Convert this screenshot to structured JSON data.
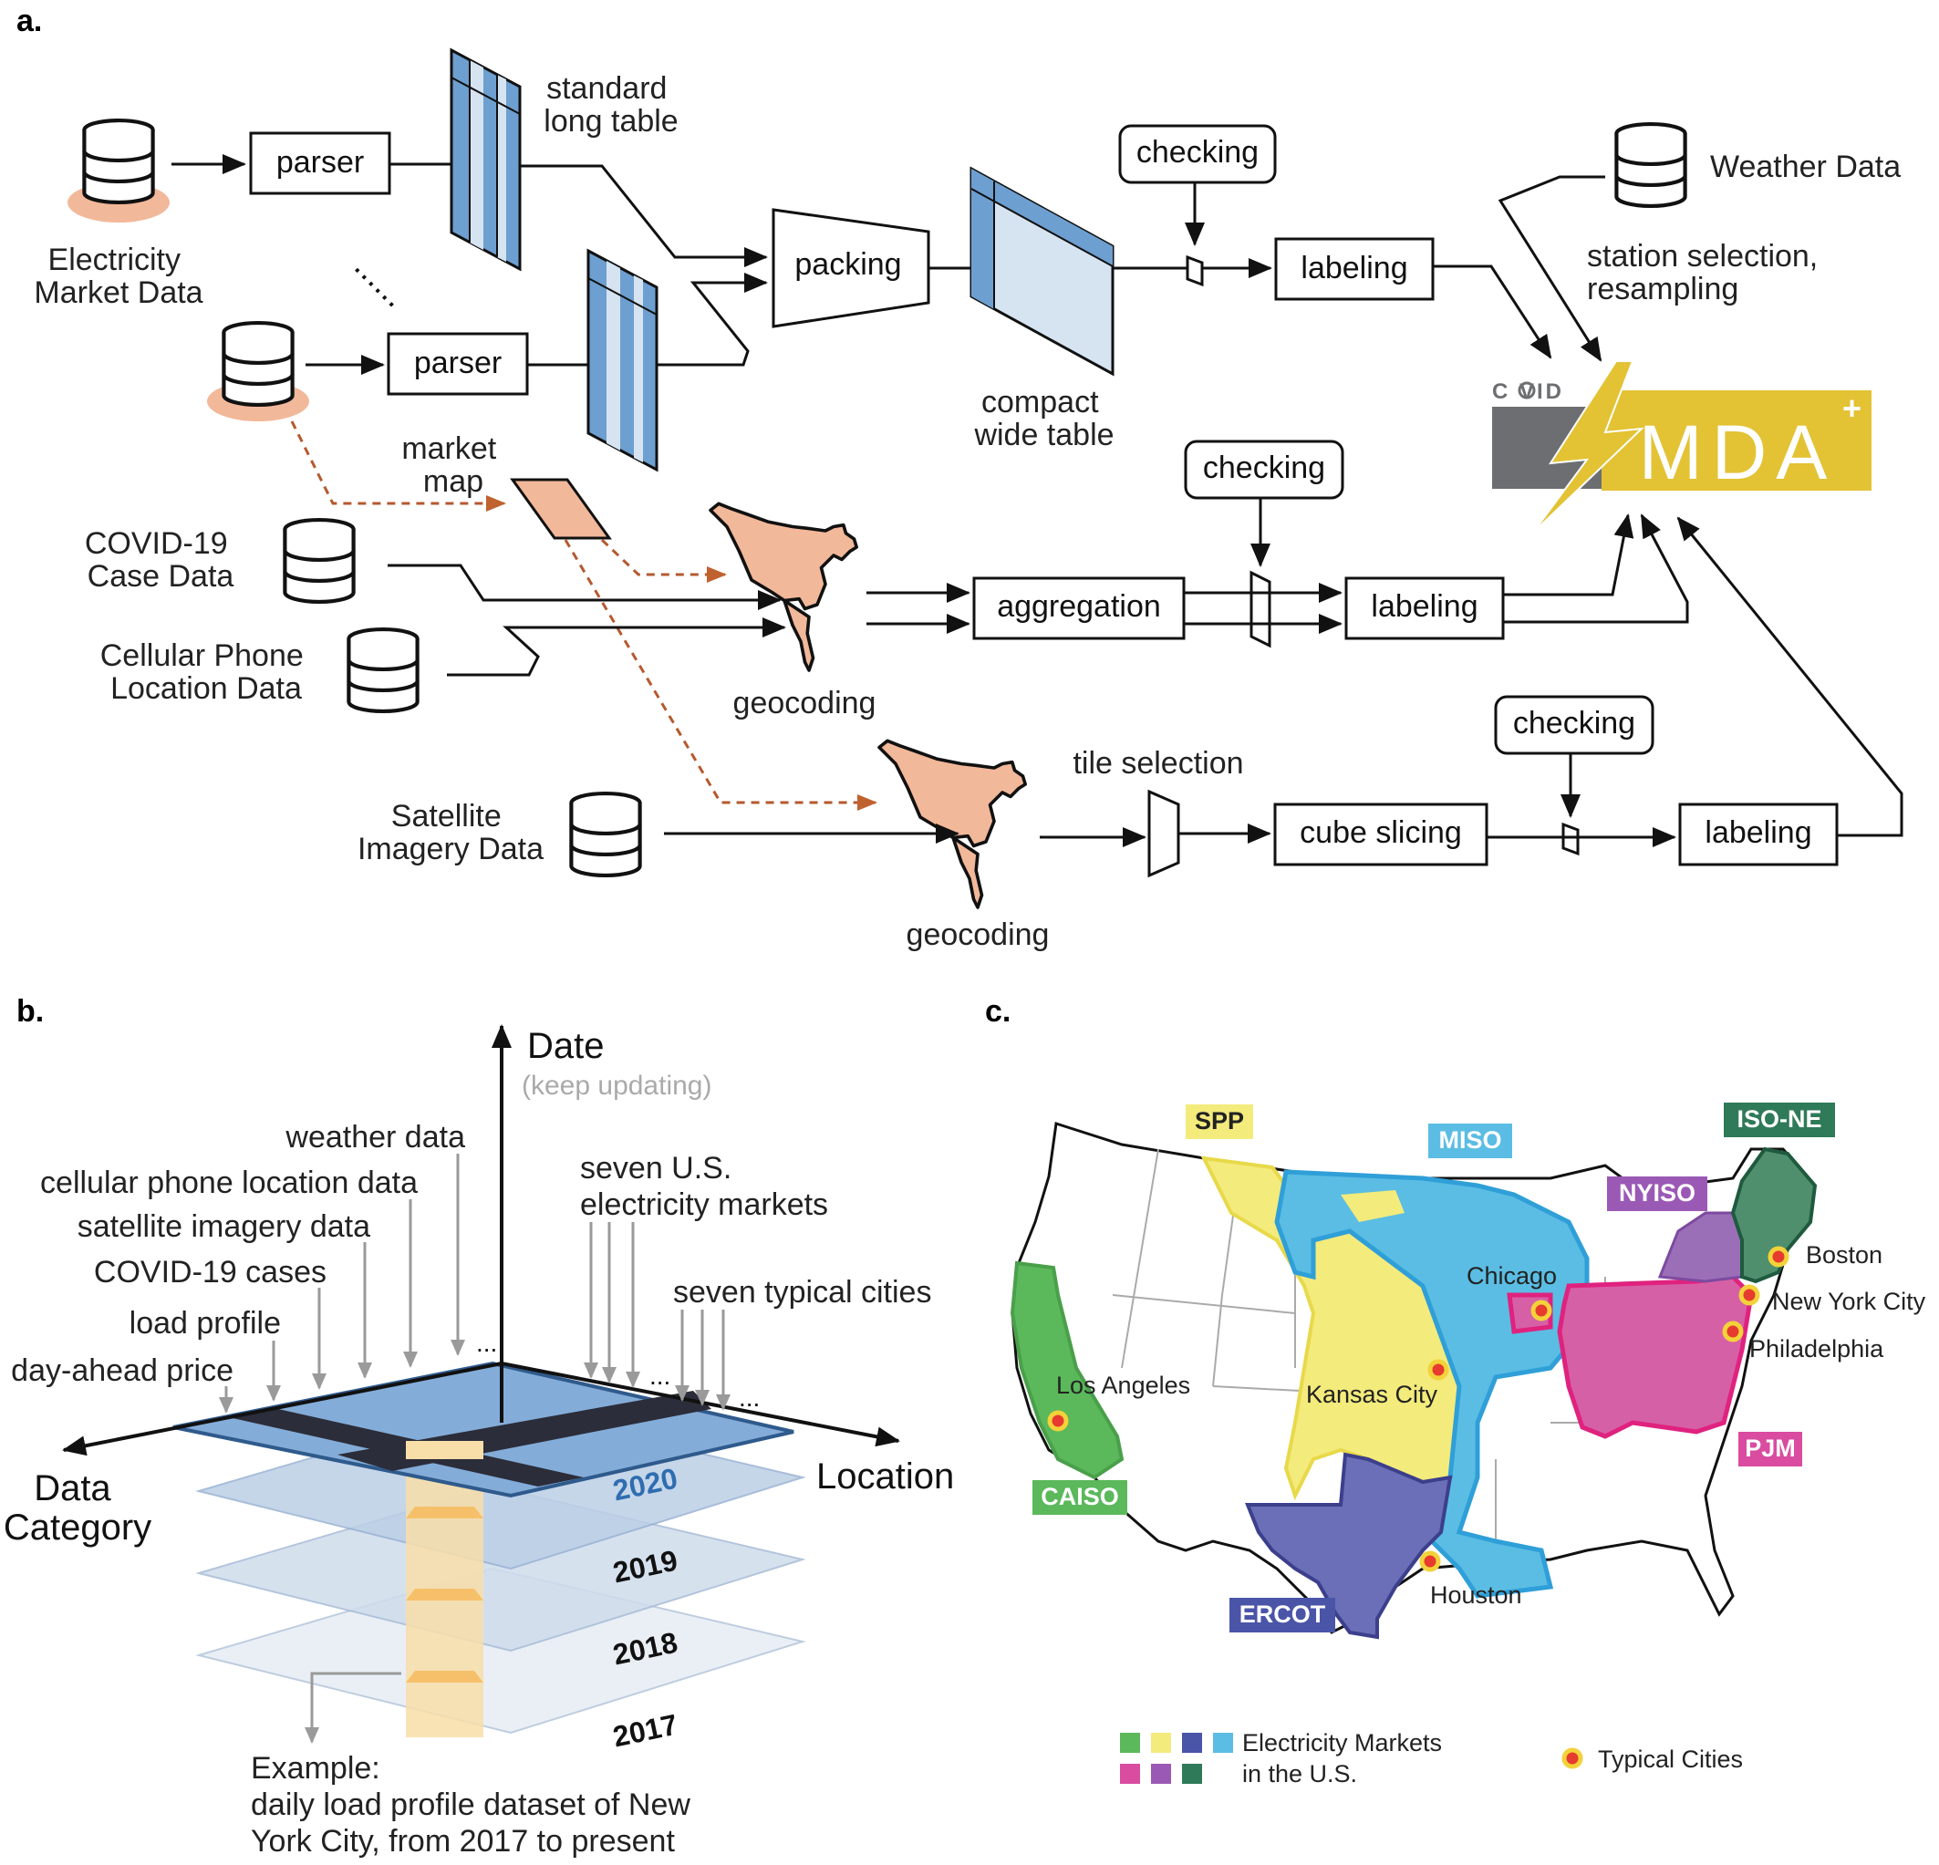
{
  "panels": {
    "a": "a.",
    "b": "b.",
    "c": "c."
  },
  "panel_a": {
    "electricity_market_data": [
      "Electricity",
      "Market Data"
    ],
    "parser": "parser",
    "standard_long_table": [
      "standard",
      "long table"
    ],
    "packing": "packing",
    "compact_wide_table": [
      "compact",
      "wide table"
    ],
    "checking": "checking",
    "labeling": "labeling",
    "weather_data": "Weather Data",
    "station_selection": [
      "station selection,",
      "resampling"
    ],
    "logo": {
      "prefix": "C VID",
      "main": "MDA",
      "plus": "+",
      "gray": "#6d6e71",
      "gold": "#e3c234"
    },
    "market_map": [
      "market",
      "map"
    ],
    "covid_case_data": [
      "COVID-19",
      "Case Data"
    ],
    "cellular_phone_data": [
      "Cellular Phone",
      "Location Data"
    ],
    "aggregation": "aggregation",
    "geocoding": "geocoding",
    "satellite_data": [
      "Satellite",
      "Imagery Data"
    ],
    "tile_selection": "tile selection",
    "cube_slicing": "cube slicing",
    "colors": {
      "table_blue": "#6d9fd0",
      "table_light": "#d6e4f2",
      "salmon": "#f2b89a",
      "dashed": "#b5592f"
    }
  },
  "panel_b": {
    "date_axis": "Date",
    "keep_updating": "(keep updating)",
    "data_category": [
      "Data",
      "Category"
    ],
    "location": "Location",
    "categories": [
      "weather data",
      "cellular phone location data",
      "satellite imagery data",
      "COVID-19 cases",
      "load profile",
      "day-ahead price"
    ],
    "markets_label": [
      "seven U.S.",
      "electricity markets"
    ],
    "cities_label": "seven typical cities",
    "years": [
      "2020",
      "2019",
      "2018",
      "2017"
    ],
    "example": [
      "Example:",
      "daily load profile dataset of New",
      "York City, from 2017 to present"
    ]
  },
  "panel_c": {
    "markets": [
      {
        "name": "SPP",
        "color": "#f3eb7c",
        "text": "#222"
      },
      {
        "name": "MISO",
        "color": "#5bbde3",
        "text": "#ffffff"
      },
      {
        "name": "ISO-NE",
        "color": "#2f7a58",
        "text": "#ffffff"
      },
      {
        "name": "NYISO",
        "color": "#9b59b6",
        "text": "#ffffff"
      },
      {
        "name": "PJM",
        "color": "#d94ca0",
        "text": "#ffffff"
      },
      {
        "name": "CAISO",
        "color": "#5bb85b",
        "text": "#ffffff"
      },
      {
        "name": "ERCOT",
        "color": "#4a55a8",
        "text": "#ffffff"
      }
    ],
    "cities": [
      "Boston",
      "New York City",
      "Philadelphia",
      "Chicago",
      "Kansas City",
      "Los Angeles",
      "Houston"
    ],
    "legend_markets": [
      "Electricity Markets",
      "in the U.S."
    ],
    "legend_cities": "Typical Cities"
  }
}
